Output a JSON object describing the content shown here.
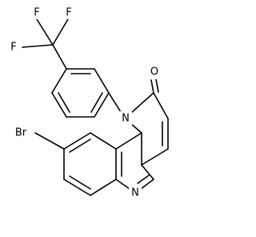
{
  "molecule": {
    "colors": {
      "bond": "#000000",
      "label": "#000000",
      "background": "#ffffff"
    },
    "atoms": {
      "f1": "F",
      "f2": "F",
      "f3": "F",
      "oxygen": "O",
      "nitrogen_ring": "N",
      "nitrogen_pyridine": "N",
      "bromine": "Br"
    }
  }
}
